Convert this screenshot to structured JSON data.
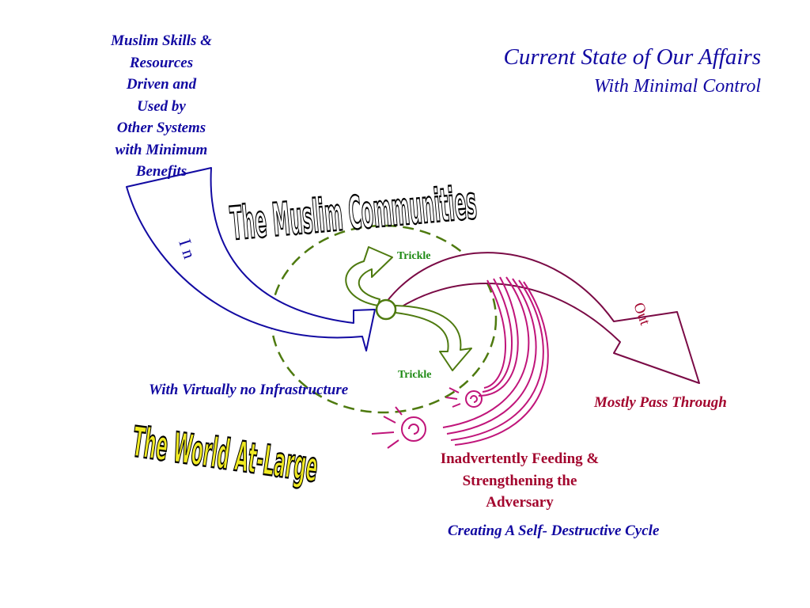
{
  "title": "Current State of Our Affairs",
  "subtitle": "With Minimal Control",
  "skills_lines": [
    "Muslim Skills &",
    "Resources",
    "Driven and",
    "Used by",
    "Other Systems",
    "with Minimum",
    "Benefits"
  ],
  "muslim_communities": "The Muslim Communities",
  "world_at_large": "The World At-Large",
  "arrow_in_label": "In",
  "arrow_out_label": "Out",
  "trickle_top": "Trickle",
  "trickle_bottom": "Trickle",
  "infrastructure_note": "With Virtually no Infrastructure",
  "pass_through_note": "Mostly Pass Through",
  "feeding_lines": [
    "Inadvertently Feeding &",
    "Strengthening the",
    "Adversary"
  ],
  "cycle_note": "Creating A Self- Destructive Cycle",
  "colors": {
    "blue": "#120aa2",
    "crimson": "#a3062e",
    "maroon": "#7a0a45",
    "olive": "#4e7a0f",
    "green_text": "#1e8a14",
    "magenta": "#c0157a",
    "yellow": "#f0ea23"
  }
}
